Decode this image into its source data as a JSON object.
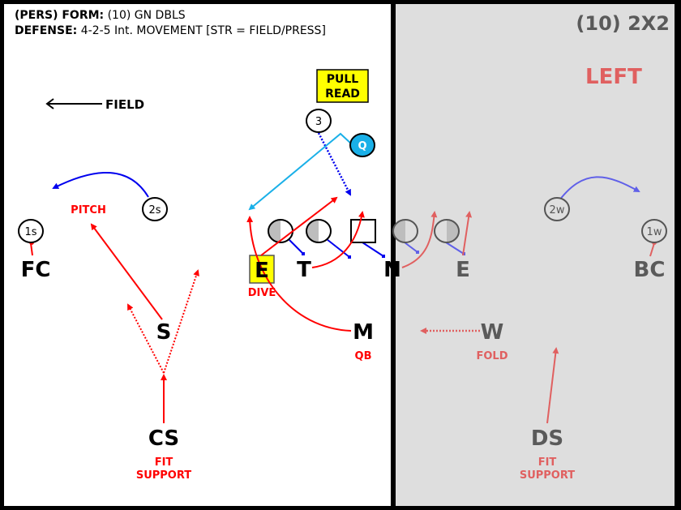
{
  "header": {
    "form_label": "(PERS) FORM:",
    "form_value": "(10) GN DBLS",
    "defense_label": "DEFENSE:",
    "defense_value": "4-2-5 Int. MOVEMENT [STR = FIELD/PRESS]"
  },
  "right_panel": {
    "title": "(10) 2X2",
    "direction": "LEFT"
  },
  "field_arrow": {
    "label": "FIELD"
  },
  "call_box": {
    "line1": "PULL",
    "line2": "READ",
    "color": "#ffff00"
  },
  "offense": {
    "receivers": [
      {
        "id": "1s",
        "label": "1s"
      },
      {
        "id": "2s",
        "label": "2s"
      },
      {
        "id": "3",
        "label": "3"
      },
      {
        "id": "2w",
        "label": "2w"
      },
      {
        "id": "1w",
        "label": "1w"
      }
    ],
    "qb": {
      "label": "Q",
      "color": "#1ab0e8"
    }
  },
  "defense": {
    "players": [
      {
        "id": "FC",
        "label": "FC"
      },
      {
        "id": "S",
        "label": "S"
      },
      {
        "id": "CS",
        "label": "CS"
      },
      {
        "id": "E_left",
        "label": "E"
      },
      {
        "id": "T",
        "label": "T"
      },
      {
        "id": "N",
        "label": "N"
      },
      {
        "id": "E_right",
        "label": "E"
      },
      {
        "id": "M",
        "label": "M"
      },
      {
        "id": "W",
        "label": "W"
      },
      {
        "id": "DS",
        "label": "DS"
      },
      {
        "id": "BC",
        "label": "BC"
      }
    ],
    "assignments": {
      "pitch": "PITCH",
      "dive": "DIVE",
      "qb": "QB",
      "fold": "FOLD",
      "cs_line1": "FIT",
      "cs_line2": "SUPPORT",
      "ds_line1": "FIT",
      "ds_line2": "SUPPORT"
    }
  },
  "colors": {
    "defense_route": "#ff0000",
    "offense_route": "#0000ee",
    "qb_route": "#1ab0e8",
    "faded_red": "#e06060",
    "faded_blue": "#6060e8",
    "faded_text": "#5a5a5a",
    "right_bg": "#dedede"
  }
}
